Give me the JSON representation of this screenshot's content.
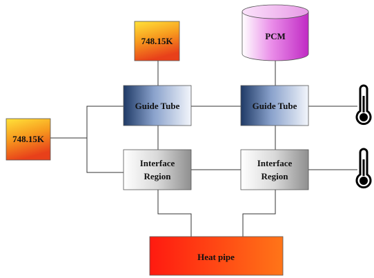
{
  "nodes": {
    "temp_top": {
      "label": "748.15K"
    },
    "temp_left": {
      "label": "748.15K"
    },
    "pcm": {
      "label": "PCM"
    },
    "guide_tube_left": {
      "label": "Guide Tube"
    },
    "guide_tube_right": {
      "label": "Guide Tube"
    },
    "interface_left": {
      "line1": "Interface",
      "line2": "Region"
    },
    "interface_right": {
      "line1": "Interface",
      "line2": "Region"
    },
    "heat_pipe": {
      "label": "Heat pipe"
    }
  },
  "icons": {
    "thermometer_top": "thermometer-icon",
    "thermometer_bottom": "thermometer-icon"
  },
  "colors": {
    "temperature_gradient": [
      "#ffe23a",
      "#f79a1e",
      "#e8401a"
    ],
    "pcm_gradient": [
      "#ffffff",
      "#e98ce8",
      "#c02ac4"
    ],
    "guide_tube_gradient": [
      "#1f3a66",
      "#8aa2cc",
      "#f2f5fb"
    ],
    "interface_gradient": [
      "#ffffff",
      "#d9d9d9",
      "#8f8f8f"
    ],
    "heat_pipe_gradient": [
      "#ff1a10",
      "#ff7518"
    ]
  }
}
